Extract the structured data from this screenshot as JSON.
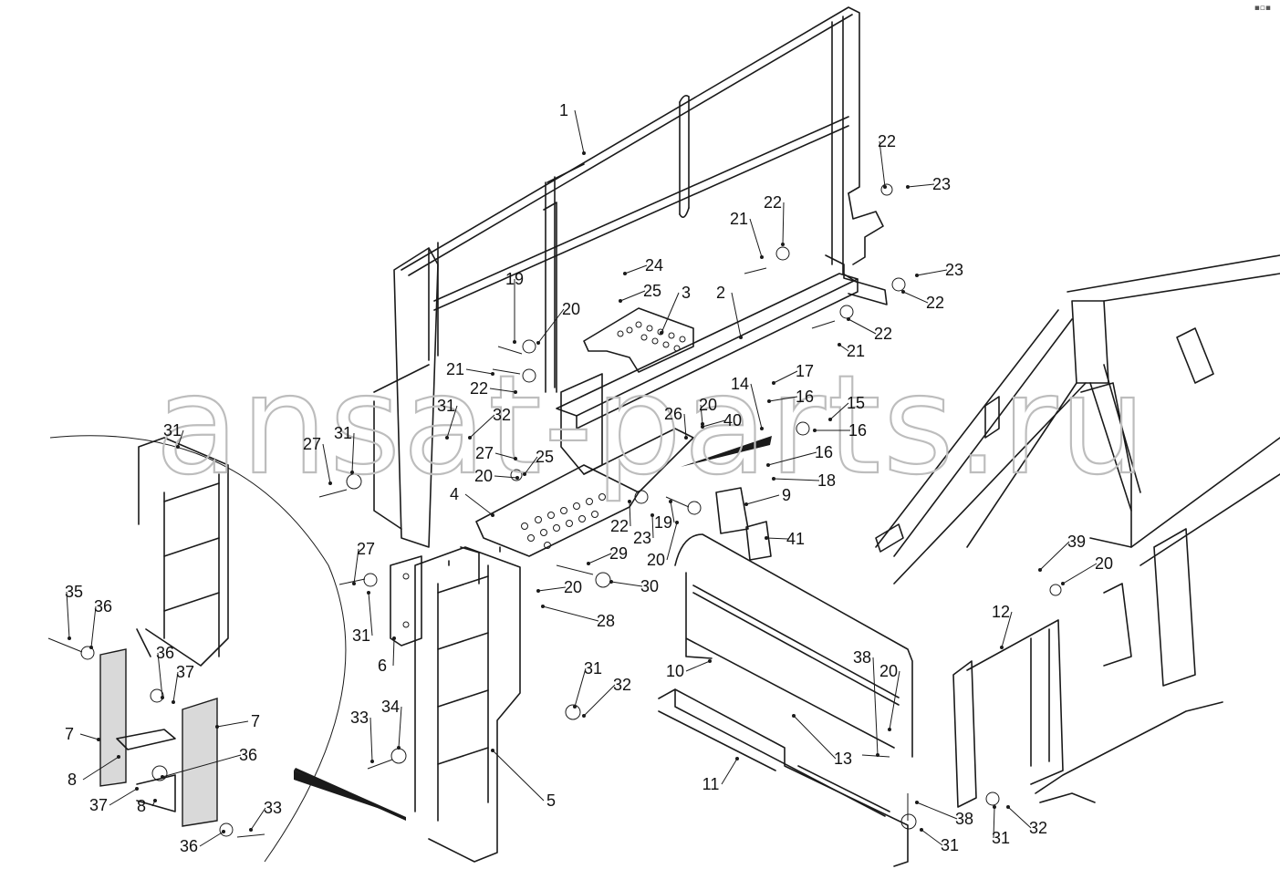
{
  "watermark": "ansat-parts.ru",
  "corner_mark": "▪▫▪",
  "callouts": [
    {
      "id": "c1",
      "label": "1"
    },
    {
      "id": "c2",
      "label": "2"
    },
    {
      "id": "c3",
      "label": "3"
    },
    {
      "id": "c4",
      "label": "4"
    },
    {
      "id": "c5",
      "label": "5"
    },
    {
      "id": "c6",
      "label": "6"
    },
    {
      "id": "c7a",
      "label": "7"
    },
    {
      "id": "c7b",
      "label": "7"
    },
    {
      "id": "c8a",
      "label": "8"
    },
    {
      "id": "c8b",
      "label": "8"
    },
    {
      "id": "c9",
      "label": "9"
    },
    {
      "id": "c10",
      "label": "10"
    },
    {
      "id": "c11",
      "label": "11"
    },
    {
      "id": "c12",
      "label": "12"
    },
    {
      "id": "c13",
      "label": "13"
    },
    {
      "id": "c14",
      "label": "14"
    },
    {
      "id": "c15",
      "label": "15"
    },
    {
      "id": "c16a",
      "label": "16"
    },
    {
      "id": "c16b",
      "label": "16"
    },
    {
      "id": "c16c",
      "label": "16"
    },
    {
      "id": "c17",
      "label": "17"
    },
    {
      "id": "c18",
      "label": "18"
    },
    {
      "id": "c19a",
      "label": "19"
    },
    {
      "id": "c19b",
      "label": "19"
    },
    {
      "id": "c20a",
      "label": "20"
    },
    {
      "id": "c20b",
      "label": "20"
    },
    {
      "id": "c20c",
      "label": "20"
    },
    {
      "id": "c20d",
      "label": "20"
    },
    {
      "id": "c20e",
      "label": "20"
    },
    {
      "id": "c20f",
      "label": "20"
    },
    {
      "id": "c20g",
      "label": "20"
    },
    {
      "id": "c21a",
      "label": "21"
    },
    {
      "id": "c21b",
      "label": "21"
    },
    {
      "id": "c21c",
      "label": "21"
    },
    {
      "id": "c22a",
      "label": "22"
    },
    {
      "id": "c22b",
      "label": "22"
    },
    {
      "id": "c22c",
      "label": "22"
    },
    {
      "id": "c22d",
      "label": "22"
    },
    {
      "id": "c22e",
      "label": "22"
    },
    {
      "id": "c22f",
      "label": "22"
    },
    {
      "id": "c23a",
      "label": "23"
    },
    {
      "id": "c23b",
      "label": "23"
    },
    {
      "id": "c23c",
      "label": "23"
    },
    {
      "id": "c24",
      "label": "24"
    },
    {
      "id": "c25a",
      "label": "25"
    },
    {
      "id": "c25b",
      "label": "25"
    },
    {
      "id": "c26",
      "label": "26"
    },
    {
      "id": "c27a",
      "label": "27"
    },
    {
      "id": "c27b",
      "label": "27"
    },
    {
      "id": "c27c",
      "label": "27"
    },
    {
      "id": "c28",
      "label": "28"
    },
    {
      "id": "c29",
      "label": "29"
    },
    {
      "id": "c30",
      "label": "30"
    },
    {
      "id": "c31a",
      "label": "31"
    },
    {
      "id": "c31b",
      "label": "31"
    },
    {
      "id": "c31c",
      "label": "31"
    },
    {
      "id": "c31d",
      "label": "31"
    },
    {
      "id": "c31e",
      "label": "31"
    },
    {
      "id": "c31f",
      "label": "31"
    },
    {
      "id": "c31g",
      "label": "31"
    },
    {
      "id": "c32a",
      "label": "32"
    },
    {
      "id": "c32b",
      "label": "32"
    },
    {
      "id": "c32c",
      "label": "32"
    },
    {
      "id": "c33a",
      "label": "33"
    },
    {
      "id": "c33b",
      "label": "33"
    },
    {
      "id": "c34",
      "label": "34"
    },
    {
      "id": "c35",
      "label": "35"
    },
    {
      "id": "c36a",
      "label": "36"
    },
    {
      "id": "c36b",
      "label": "36"
    },
    {
      "id": "c36c",
      "label": "36"
    },
    {
      "id": "c36d",
      "label": "36"
    },
    {
      "id": "c37a",
      "label": "37"
    },
    {
      "id": "c37b",
      "label": "37"
    },
    {
      "id": "c38a",
      "label": "38"
    },
    {
      "id": "c38b",
      "label": "38"
    },
    {
      "id": "c39",
      "label": "39"
    },
    {
      "id": "c40",
      "label": "40"
    },
    {
      "id": "c41",
      "label": "41"
    }
  ]
}
